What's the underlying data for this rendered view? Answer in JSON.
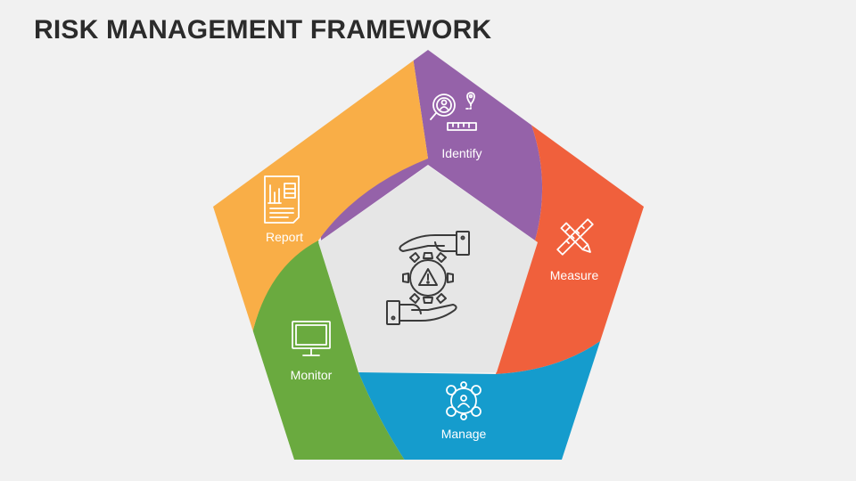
{
  "slide": {
    "title": "RISK MANAGEMENT FRAMEWORK"
  },
  "segments": [
    {
      "label": "Identify",
      "color": "#9562a9",
      "icon": "search-person-location-icon"
    },
    {
      "label": "Measure",
      "color": "#f0603c",
      "icon": "ruler-pencil-icon"
    },
    {
      "label": "Manage",
      "color": "#159ccd",
      "icon": "gears-person-icon"
    },
    {
      "label": "Monitor",
      "color": "#6aaa3f",
      "icon": "monitor-icon"
    },
    {
      "label": "Report",
      "color": "#f9ae47",
      "icon": "report-document-icon"
    }
  ],
  "center": {
    "color": "#e6e6e6",
    "icon": "hands-gear-warning-icon"
  }
}
